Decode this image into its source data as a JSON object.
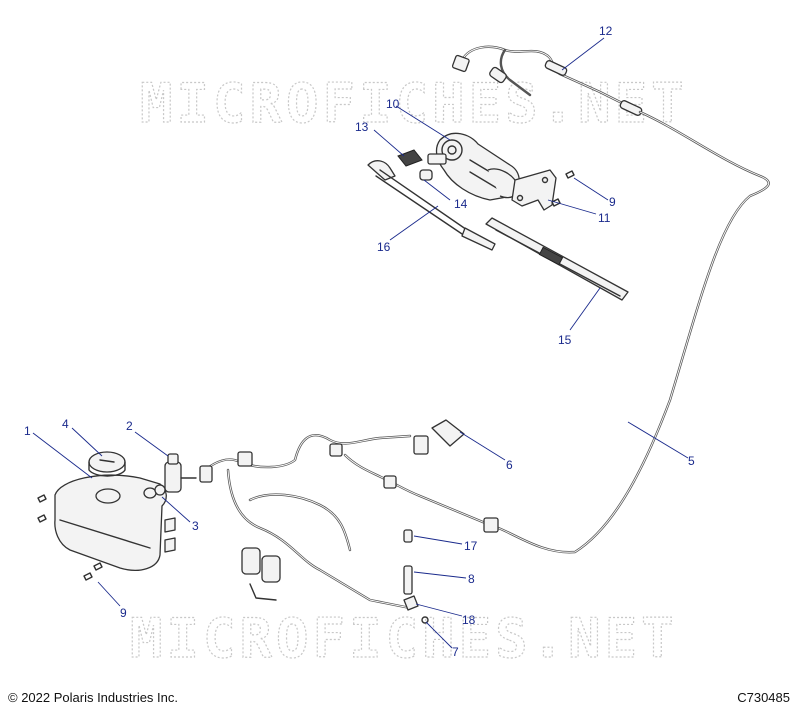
{
  "watermark": "MICROFICHES.NET",
  "callouts": {
    "c1": "1",
    "c2": "2",
    "c3": "3",
    "c4": "4",
    "c5": "5",
    "c6": "6",
    "c7": "7",
    "c8": "8",
    "c9a": "9",
    "c9b": "9",
    "c10": "10",
    "c11": "11",
    "c12": "12",
    "c13": "13",
    "c14": "14",
    "c15": "15",
    "c16": "16",
    "c17": "17",
    "c18": "18"
  },
  "footer": {
    "copyright": "© 2022 Polaris Industries Inc.",
    "figure_code": "C730485"
  },
  "colors": {
    "callout": "#1a2a8c",
    "line_art": "#333333",
    "watermark": "#c8c8c8"
  }
}
